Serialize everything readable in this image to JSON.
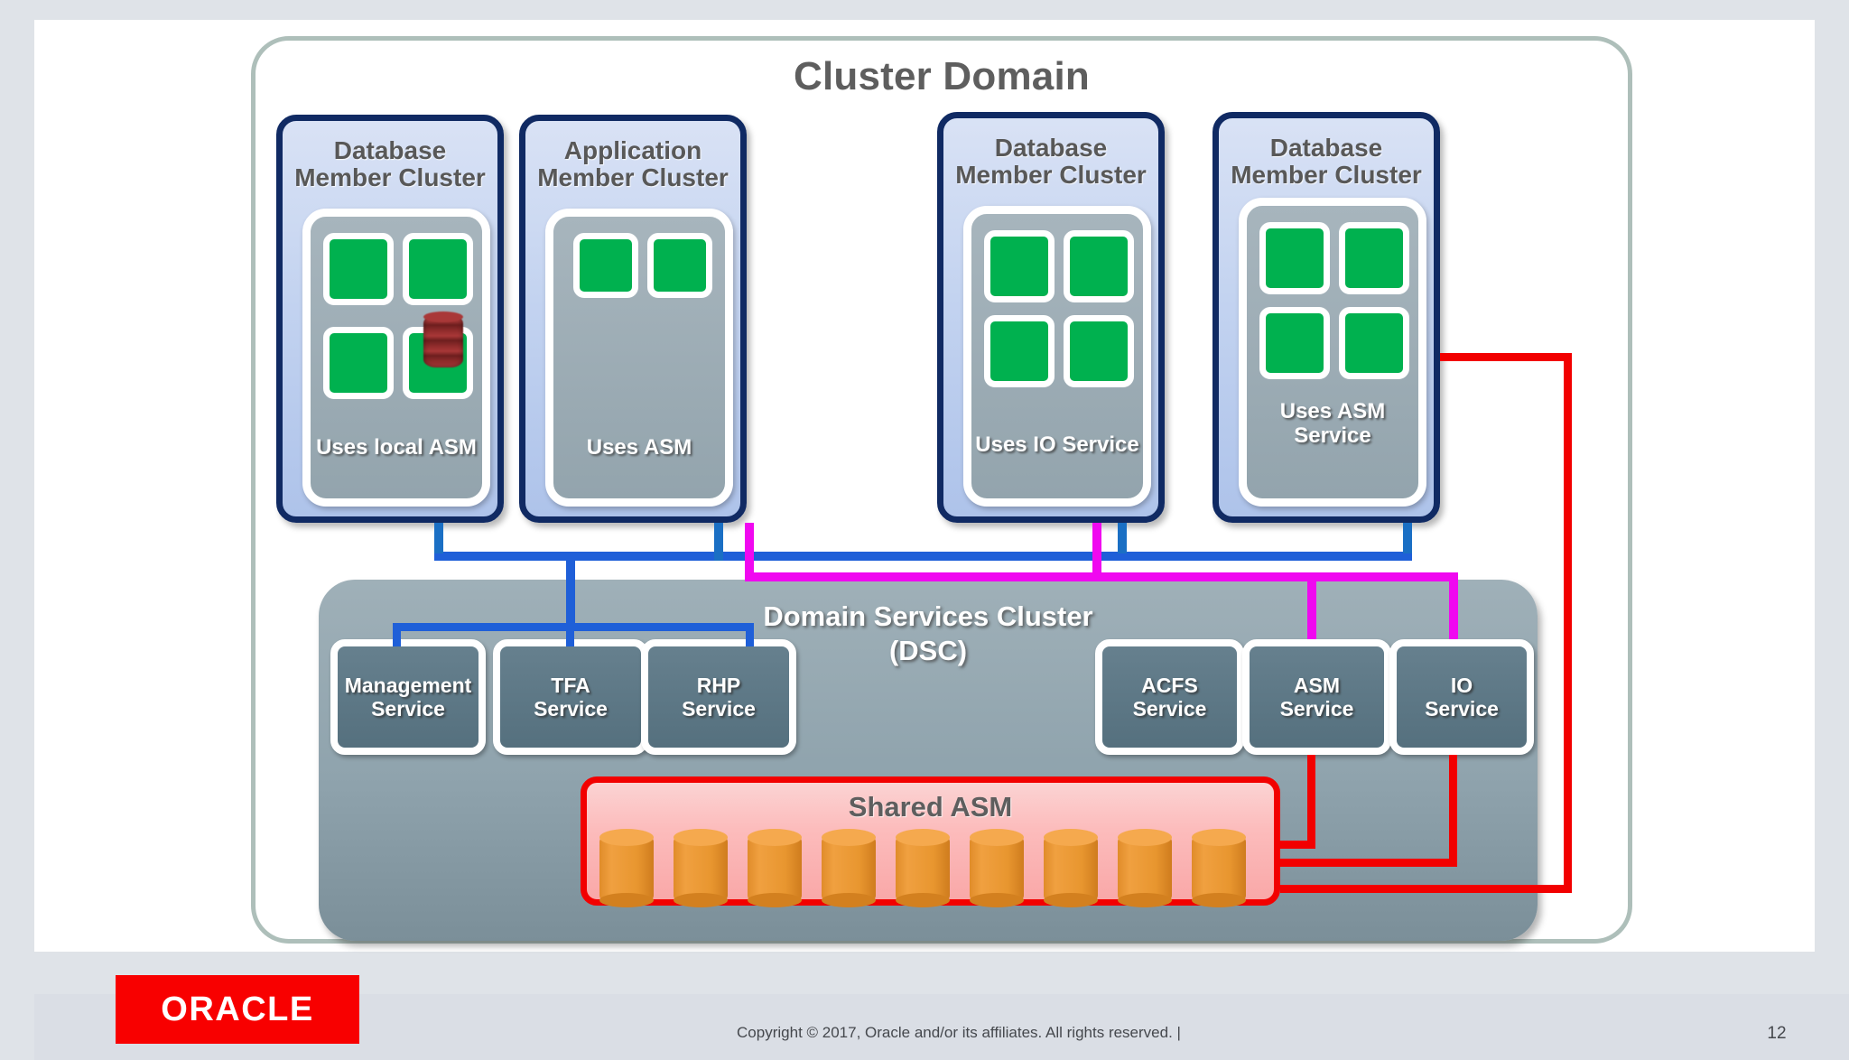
{
  "slide": {
    "title": "Cluster Domain",
    "page_number": "12",
    "copyright": "Copyright © 2017, Oracle and/or its affiliates. All rights reserved.  |",
    "logo_text": "ORACLE"
  },
  "colors": {
    "cluster_border": "#102a63",
    "node_green": "#00b14f",
    "dsc_fill": "#8fa3ad",
    "shared_asm_border": "#f20000",
    "disk_orange": "#e8962f",
    "link_blue": "#1f5fd8",
    "link_magenta": "#f008f0",
    "link_red": "#f20000",
    "domain_frame": "#aebfba"
  },
  "member_clusters": [
    {
      "title_line1": "Database",
      "title_line2": "Member Cluster",
      "uses_label": "Uses local ASM",
      "node_count": 4,
      "has_local_db_icon": true
    },
    {
      "title_line1": "Application",
      "title_line2": "Member Cluster",
      "uses_label": "Uses ASM",
      "node_count": 2,
      "has_local_db_icon": false
    },
    {
      "title_line1": "Database",
      "title_line2": "Member Cluster",
      "uses_label": "Uses IO Service",
      "node_count": 4,
      "has_local_db_icon": false
    },
    {
      "title_line1": "Database",
      "title_line2": "Member Cluster",
      "uses_label": "Uses ASM Service",
      "node_count": 4,
      "has_local_db_icon": false
    }
  ],
  "dsc": {
    "title_line1": "Domain Services Cluster",
    "title_line2": "(DSC)",
    "services_left": [
      {
        "line1": "Management",
        "line2": "Service"
      },
      {
        "line1": "TFA",
        "line2": "Service"
      },
      {
        "line1": "RHP",
        "line2": "Service"
      }
    ],
    "services_right": [
      {
        "line1": "ACFS",
        "line2": "Service"
      },
      {
        "line1": "ASM",
        "line2": "Service"
      },
      {
        "line1": "IO",
        "line2": "Service"
      }
    ]
  },
  "shared_asm": {
    "title": "Shared ASM",
    "disk_count": 9
  }
}
